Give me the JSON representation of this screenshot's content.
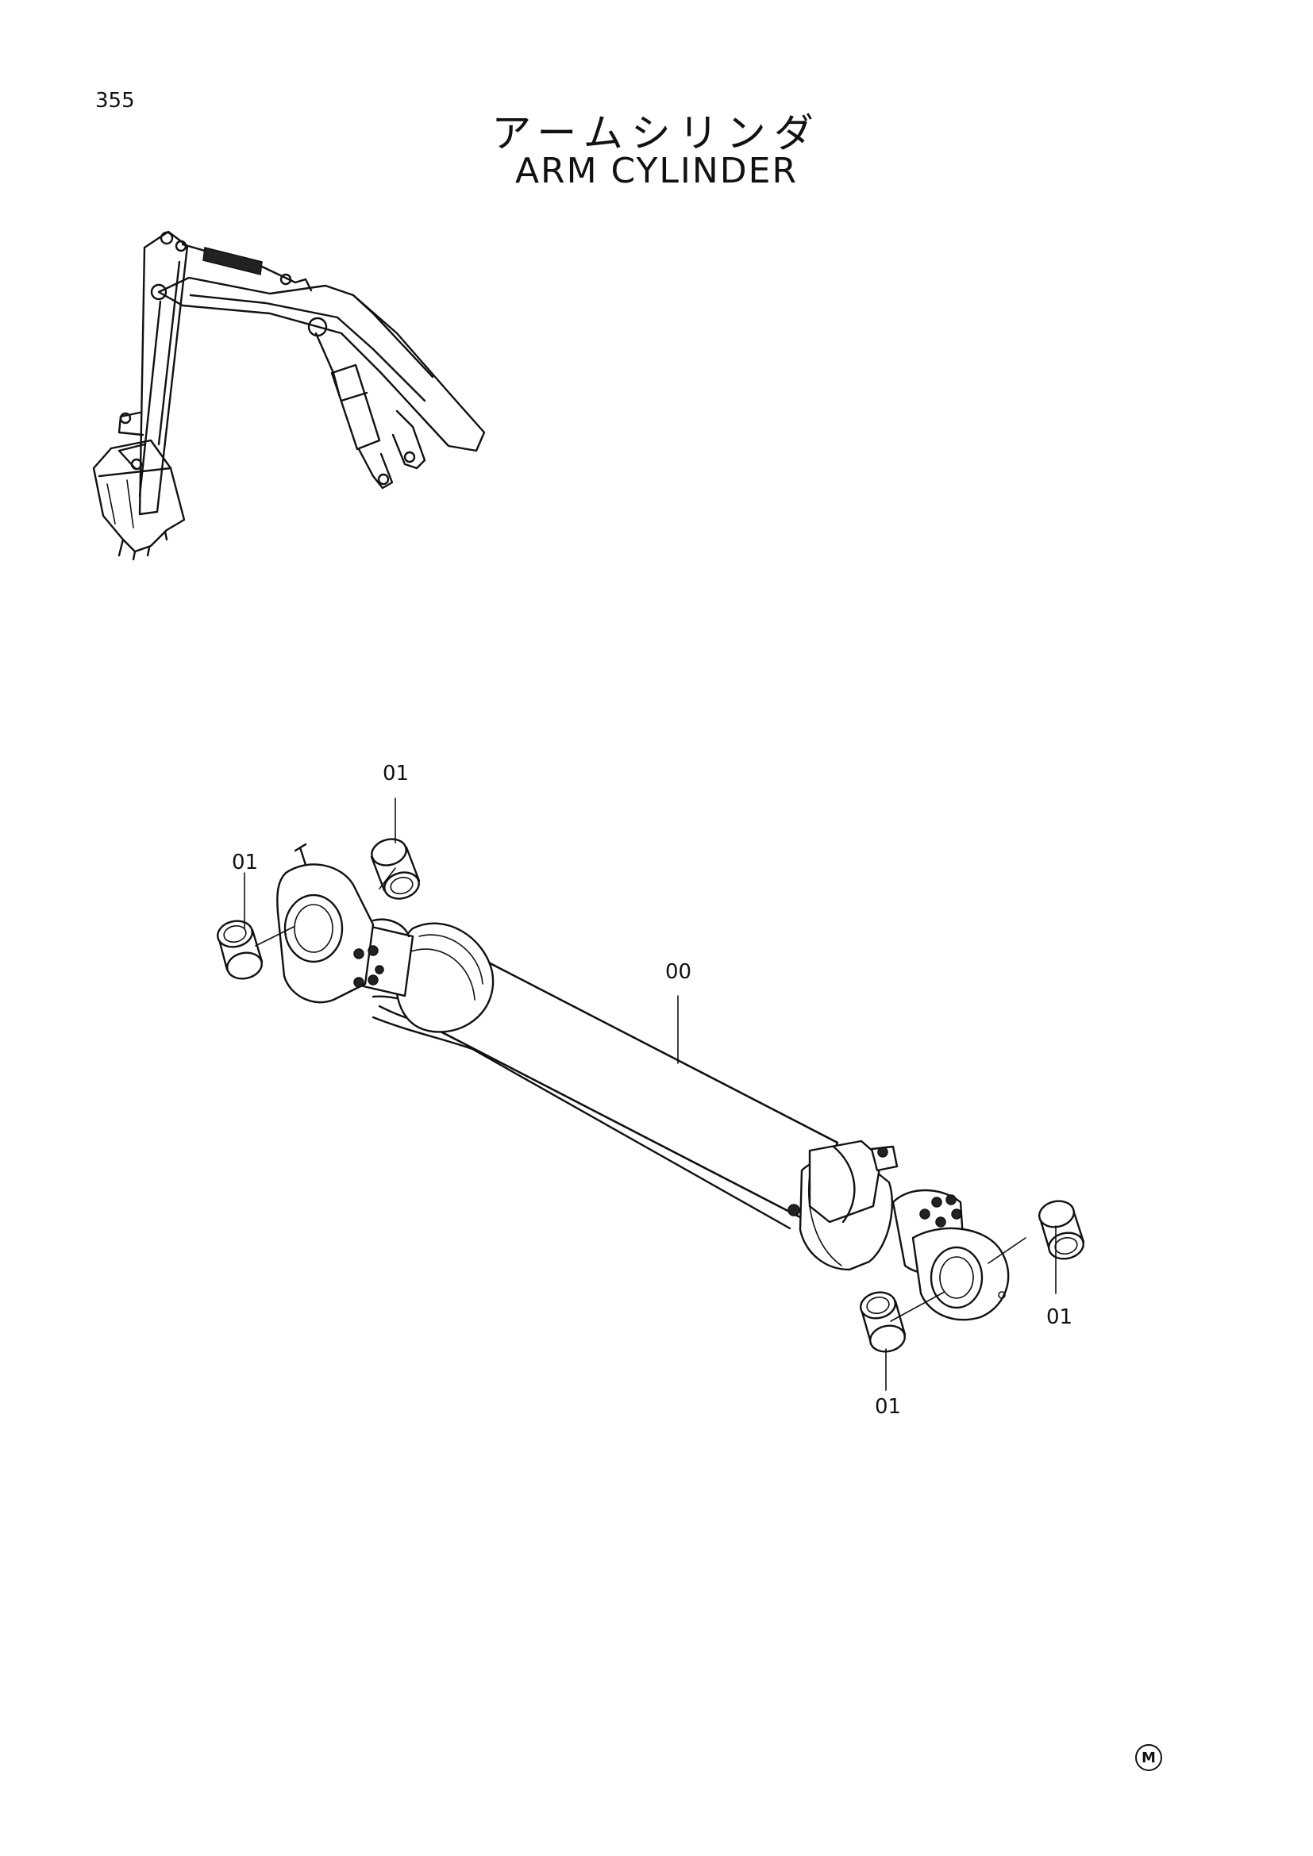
{
  "page": {
    "number": "355"
  },
  "title": {
    "jp": "アームシリンダ",
    "en": "ARM  CYLINDER"
  },
  "callouts": {
    "bushing_top": "01",
    "bushing_left": "01",
    "cylinder": "00",
    "bushing_right": "01",
    "bushing_bottom": "01"
  },
  "logo": {
    "text": "M"
  },
  "colors": {
    "ink": "#111111",
    "paper": "#ffffff"
  }
}
